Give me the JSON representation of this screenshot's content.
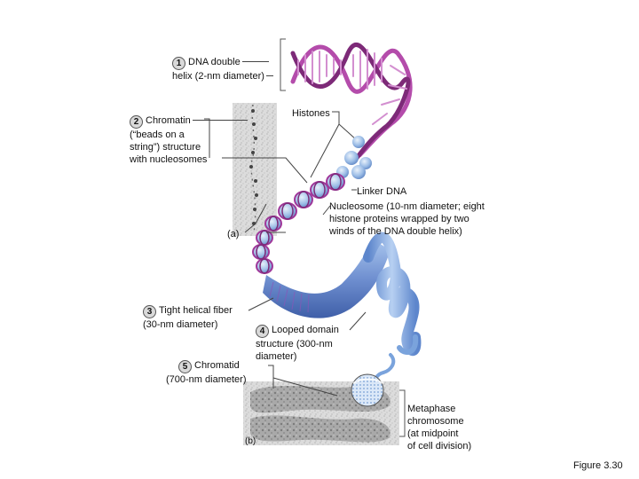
{
  "labels": {
    "step1": {
      "num": "1",
      "line1": "DNA double",
      "line2": "helix (2-nm diameter)"
    },
    "histones": "Histones",
    "step2": {
      "num": "2",
      "line1": "Chromatin",
      "line2": "(“beads on a",
      "line3": "string”) structure",
      "line4": "with nucleosomes"
    },
    "linker": "Linker DNA",
    "nucleosome": {
      "line1": "Nucleosome (10-nm diameter; eight",
      "line2": "histone proteins wrapped by two",
      "line3": "winds of the DNA double helix)"
    },
    "panel_a": "(a)",
    "step3": {
      "num": "3",
      "line1": "Tight helical fiber",
      "line2": "(30-nm diameter)"
    },
    "step4": {
      "num": "4",
      "line1": "Looped domain",
      "line2": "structure (300-nm",
      "line3": "diameter)"
    },
    "step5": {
      "num": "5",
      "line1": "Chromatid",
      "line2": "(700-nm diameter)"
    },
    "metaphase": {
      "line1": "Metaphase",
      "line2": "chromosome",
      "line3": "(at midpoint",
      "line4": "of cell division)"
    },
    "panel_b": "(b)",
    "figure": "Figure 3.30"
  },
  "colors": {
    "dna": "#a0389a",
    "histone": "#8fb4e0",
    "fiber": "#6f8fd0",
    "looped": "#7aa3dc",
    "micrograph": "#c9c9c9"
  }
}
